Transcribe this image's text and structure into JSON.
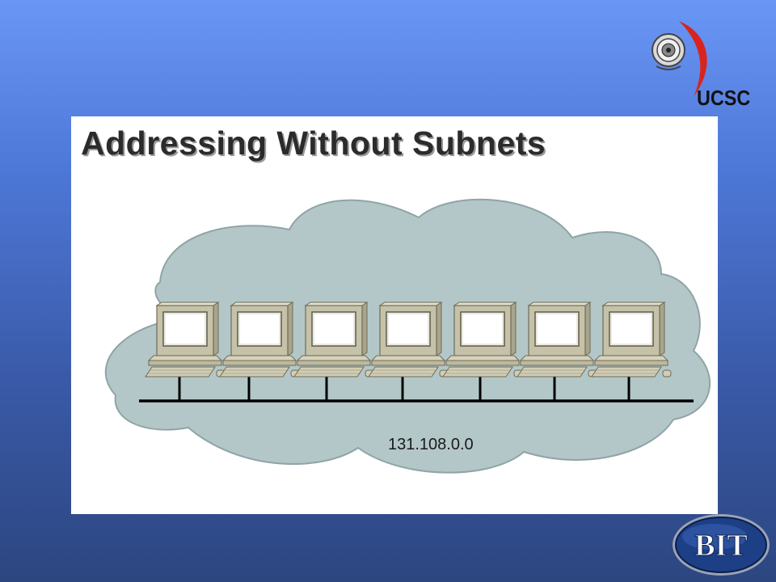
{
  "slide": {
    "title": "Addressing Without Subnets"
  },
  "diagram": {
    "network_address": "131.108.0.0",
    "host_count": 7
  },
  "logos": {
    "ucsc_text": "UCSC",
    "bit_text": "BIT"
  },
  "colors": {
    "cloud_fill": "#b3c7c8",
    "cloud_stroke": "#8fa4a6",
    "computer_fill": "#c6c2a9",
    "bus_line": "#000000",
    "ucsc_swoosh": "#d8241f",
    "bit_badge": "#1d3f86"
  }
}
